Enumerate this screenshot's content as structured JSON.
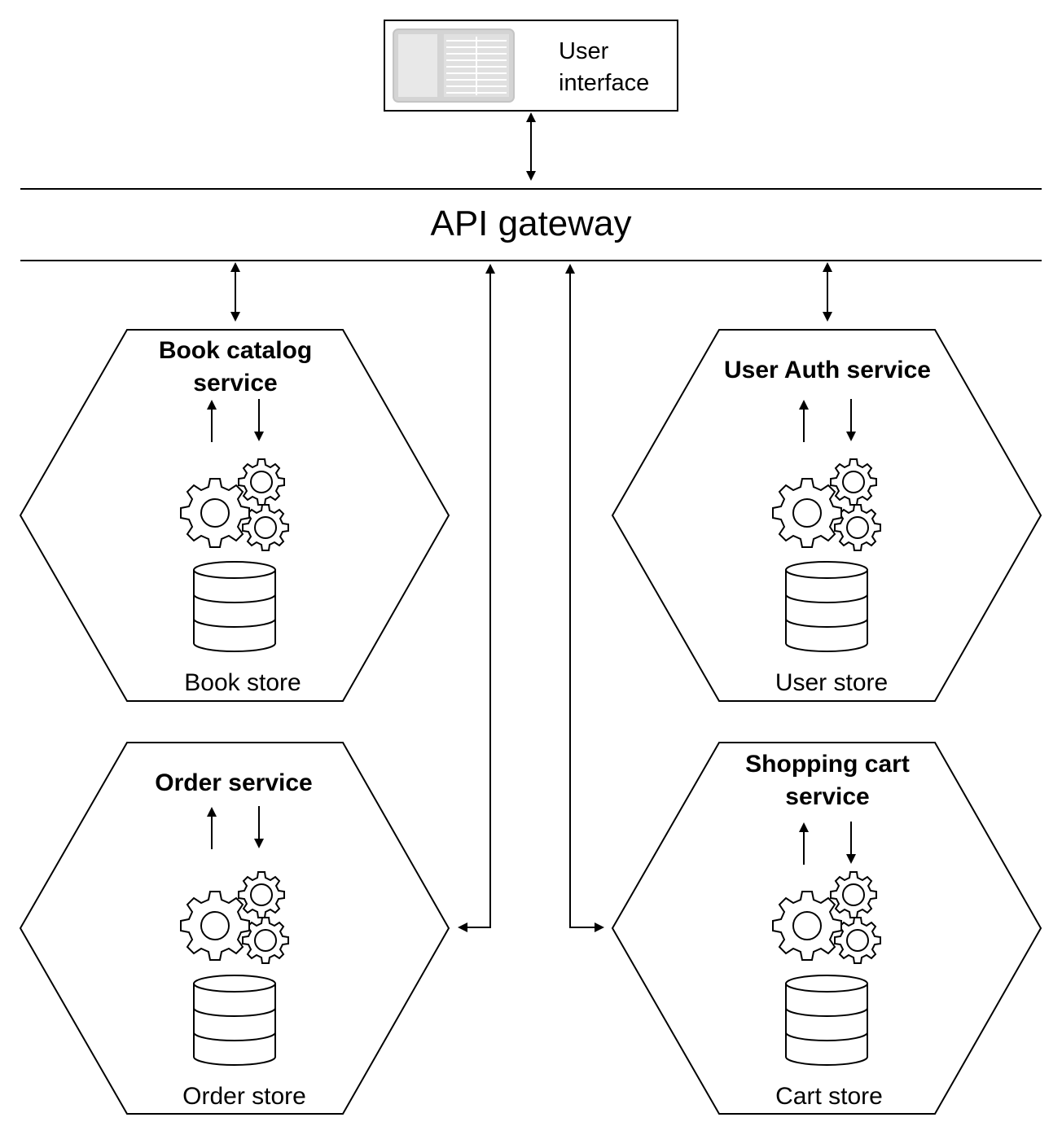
{
  "colors": {
    "line": "#000000",
    "background": "#ffffff",
    "ui_icon": "#c8c8c8"
  },
  "user_interface": {
    "label_line1": "User",
    "label_line2": "interface",
    "icon": "ui-mockup-icon"
  },
  "gateway": {
    "label": "API gateway"
  },
  "services": {
    "book": {
      "title_line1": "Book catalog",
      "title_line2": "service",
      "store": "Book store"
    },
    "auth": {
      "title_line1": "User Auth service",
      "title_line2": "",
      "store": "User store"
    },
    "order": {
      "title_line1": "Order service",
      "title_line2": "",
      "store": "Order store"
    },
    "cart": {
      "title_line1": "Shopping cart",
      "title_line2": "service",
      "store": "Cart store"
    }
  },
  "icons": {
    "gears": "gears-icon",
    "database": "database-icon"
  }
}
